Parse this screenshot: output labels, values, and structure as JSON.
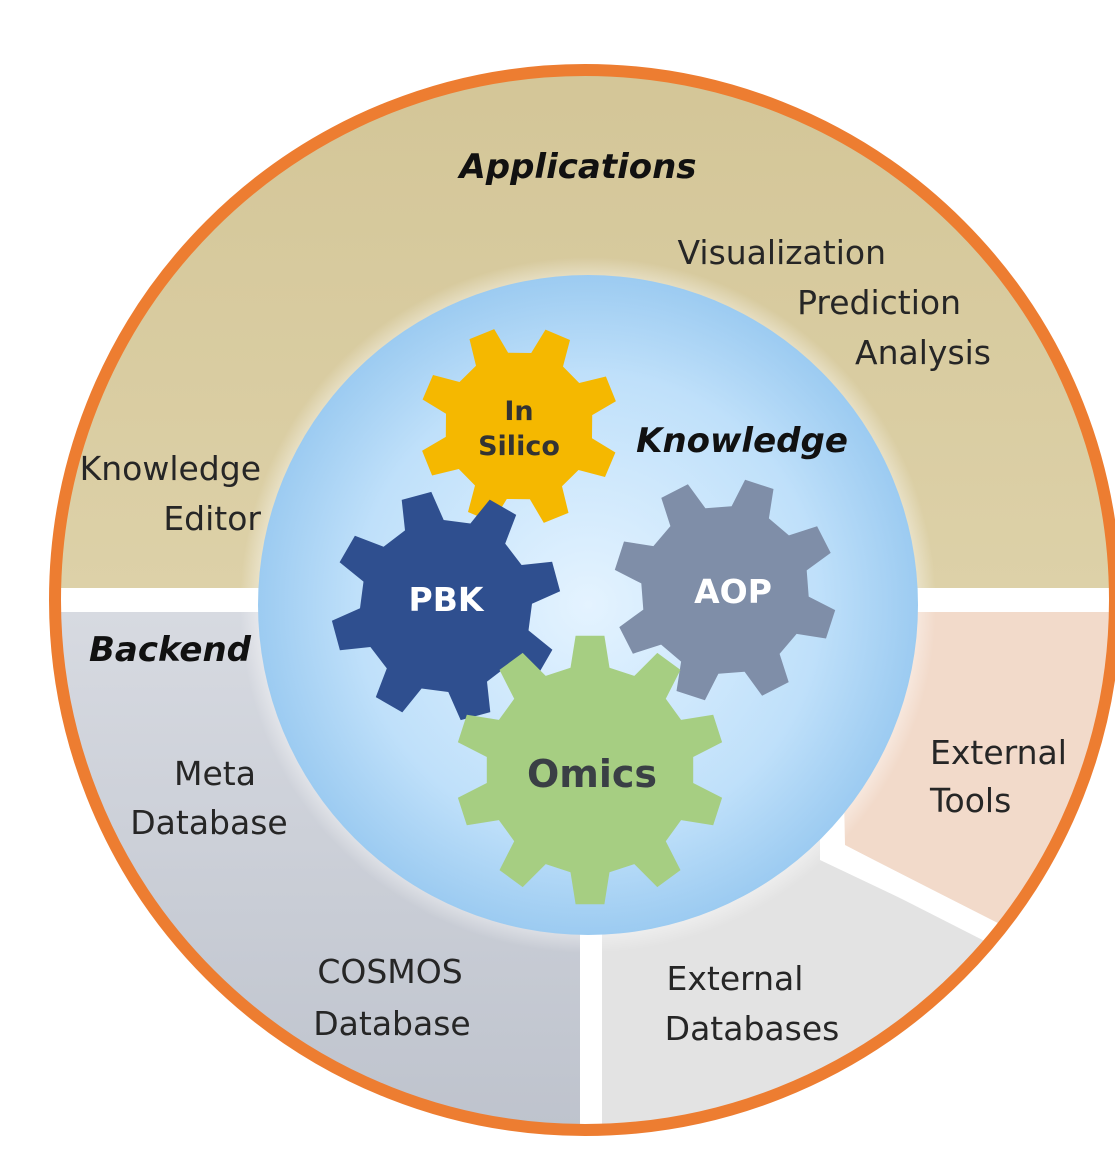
{
  "applications": {
    "title": "Applications",
    "items": [
      "Visualization",
      "Prediction",
      "Analysis"
    ],
    "editor_line1": "Knowledge",
    "editor_line2": "Editor"
  },
  "knowledge": {
    "title": "Knowledge",
    "gears": {
      "insilico_line1": "In",
      "insilico_line2": "Silico",
      "pbk": "PBK",
      "aop": "AOP",
      "omics": "Omics"
    }
  },
  "backend": {
    "title": "Backend",
    "meta_line1": "Meta",
    "meta_line2": "Database",
    "cosmos_line1": "COSMOS",
    "cosmos_line2": "Database"
  },
  "external_databases": {
    "line1": "External",
    "line2": "Databases"
  },
  "external_tools": {
    "line1": "External",
    "line2": "Tools"
  },
  "colors": {
    "ring": "#ED7D31",
    "applications": "#D6C89B",
    "backend": "#C9CDD6",
    "external_databases": "#E2E2E2",
    "external_tools": "#F1D9C8",
    "core": "#A9D3F5",
    "insilico_gear": "#F5B800",
    "pbk_gear": "#2F4F8F",
    "aop_gear": "#7F8EA8",
    "omics_gear": "#A6CE82"
  }
}
